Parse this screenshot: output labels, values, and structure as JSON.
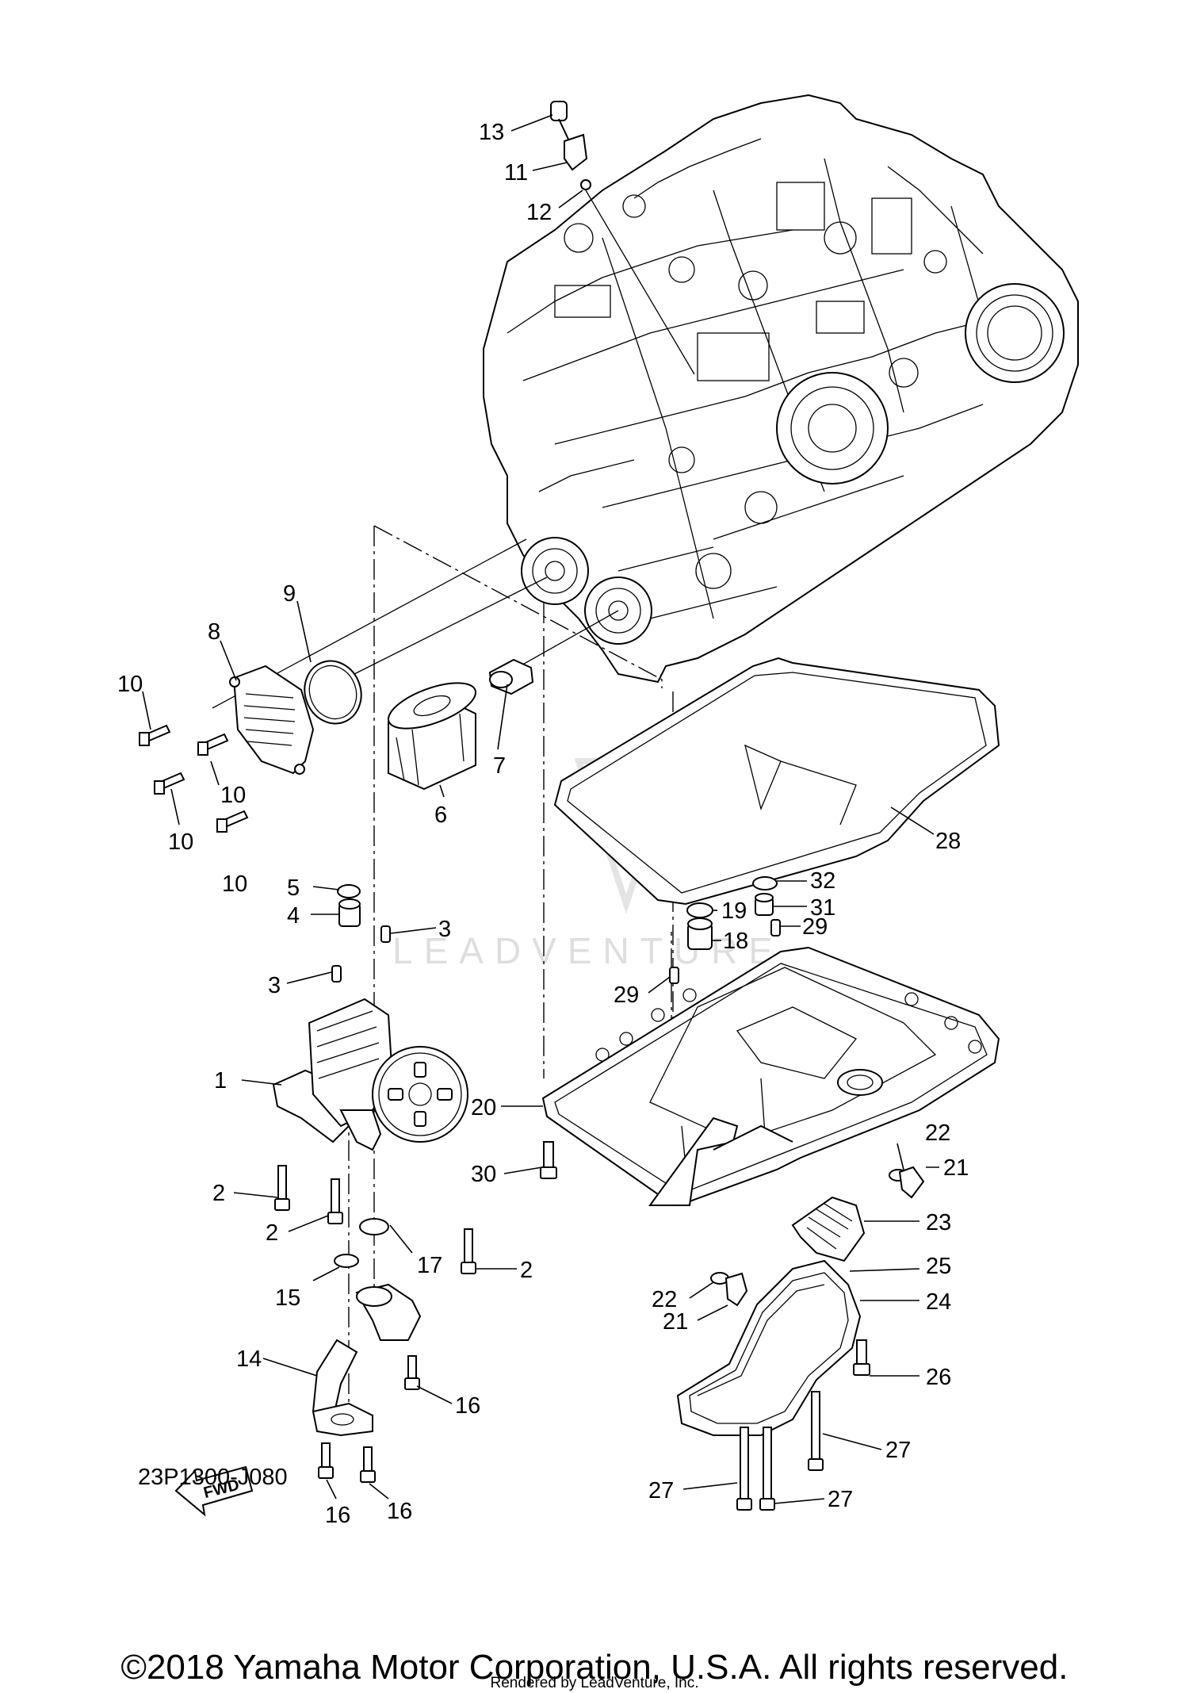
{
  "diagram_code": "23P1300-J080",
  "fwd_label": "FWD",
  "watermark": "LEADVENTURE",
  "copyright": "©2018 Yamaha Motor Corporation, U.S.A. All rights reserved.",
  "rendered_by": "Rendered by LeadVenture, Inc.",
  "callouts": [
    "13",
    "11",
    "12",
    "9",
    "8",
    "10",
    "10",
    "10",
    "10",
    "7",
    "6",
    "28",
    "5",
    "32",
    "4",
    "19",
    "31",
    "3",
    "18",
    "29",
    "3",
    "29",
    "1",
    "20",
    "22",
    "2",
    "30",
    "21",
    "2",
    "23",
    "17",
    "2",
    "15",
    "22",
    "25",
    "21",
    "24",
    "14",
    "26",
    "16",
    "27",
    "27",
    "27",
    "16",
    "16"
  ]
}
